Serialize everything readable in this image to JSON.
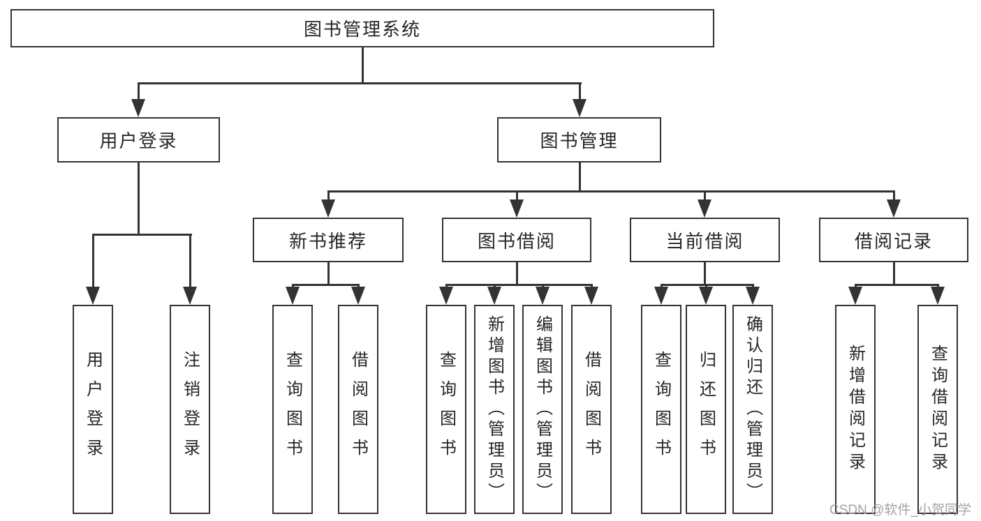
{
  "title": {
    "label": "图书管理系统"
  },
  "level2": {
    "user_login": "用户登录",
    "book_management": "图书管理"
  },
  "level3": {
    "new_book_recommend": "新书推荐",
    "book_borrow": "图书借阅",
    "current_borrow": "当前借阅",
    "borrow_record": "借阅记录"
  },
  "level4": {
    "user_login": "用户登录",
    "logout": "注销登录",
    "nb_query": "查询图书",
    "nb_borrow": "借阅图书",
    "bb_query": "查询图书",
    "bb_add": "新增图书（管理员）",
    "bb_edit": "编辑图书（管理员）",
    "bb_borrow": "借阅图书",
    "cb_query": "查询图书",
    "cb_return": "归还图书",
    "cb_confirm": "确认归还（管理员）",
    "br_add": "新增借阅记录",
    "br_query": "查询借阅记录"
  },
  "watermark": "CSDN @软件_小贺同学",
  "colors": {
    "line": "#333333",
    "text": "#262626",
    "watermark": "#a3a3a3",
    "background": "#ffffff"
  }
}
